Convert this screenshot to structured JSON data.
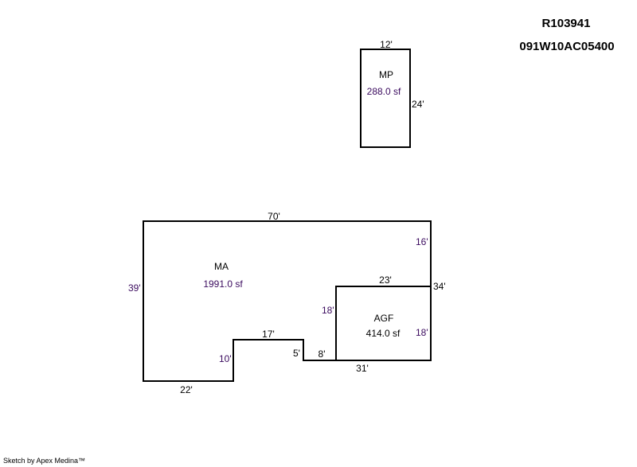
{
  "header": {
    "account": "R103941",
    "map_number": "091W10AC05400"
  },
  "footer": "Sketch by Apex Medina™",
  "areas": {
    "mp": {
      "code": "MP",
      "area": "288.0 sf",
      "dims": {
        "top": "12'",
        "right": "24'"
      }
    },
    "ma": {
      "code": "MA",
      "area": "1991.0 sf",
      "dims": {
        "top": "70'",
        "left": "39'",
        "right_upper": "16'",
        "bottom_left": "22'",
        "step_up": "10'",
        "step_top": "17'",
        "step_down": "5'",
        "step_bottom": "8'"
      }
    },
    "agf": {
      "code": "AGF",
      "area": "414.0 sf",
      "dims": {
        "top": "23'",
        "left": "18'",
        "right": "18'",
        "bottom": "31'",
        "outer_right": "34'"
      }
    }
  },
  "colors": {
    "line": "#000000",
    "label": "#000000",
    "accent_label": "#3a0a5e"
  }
}
